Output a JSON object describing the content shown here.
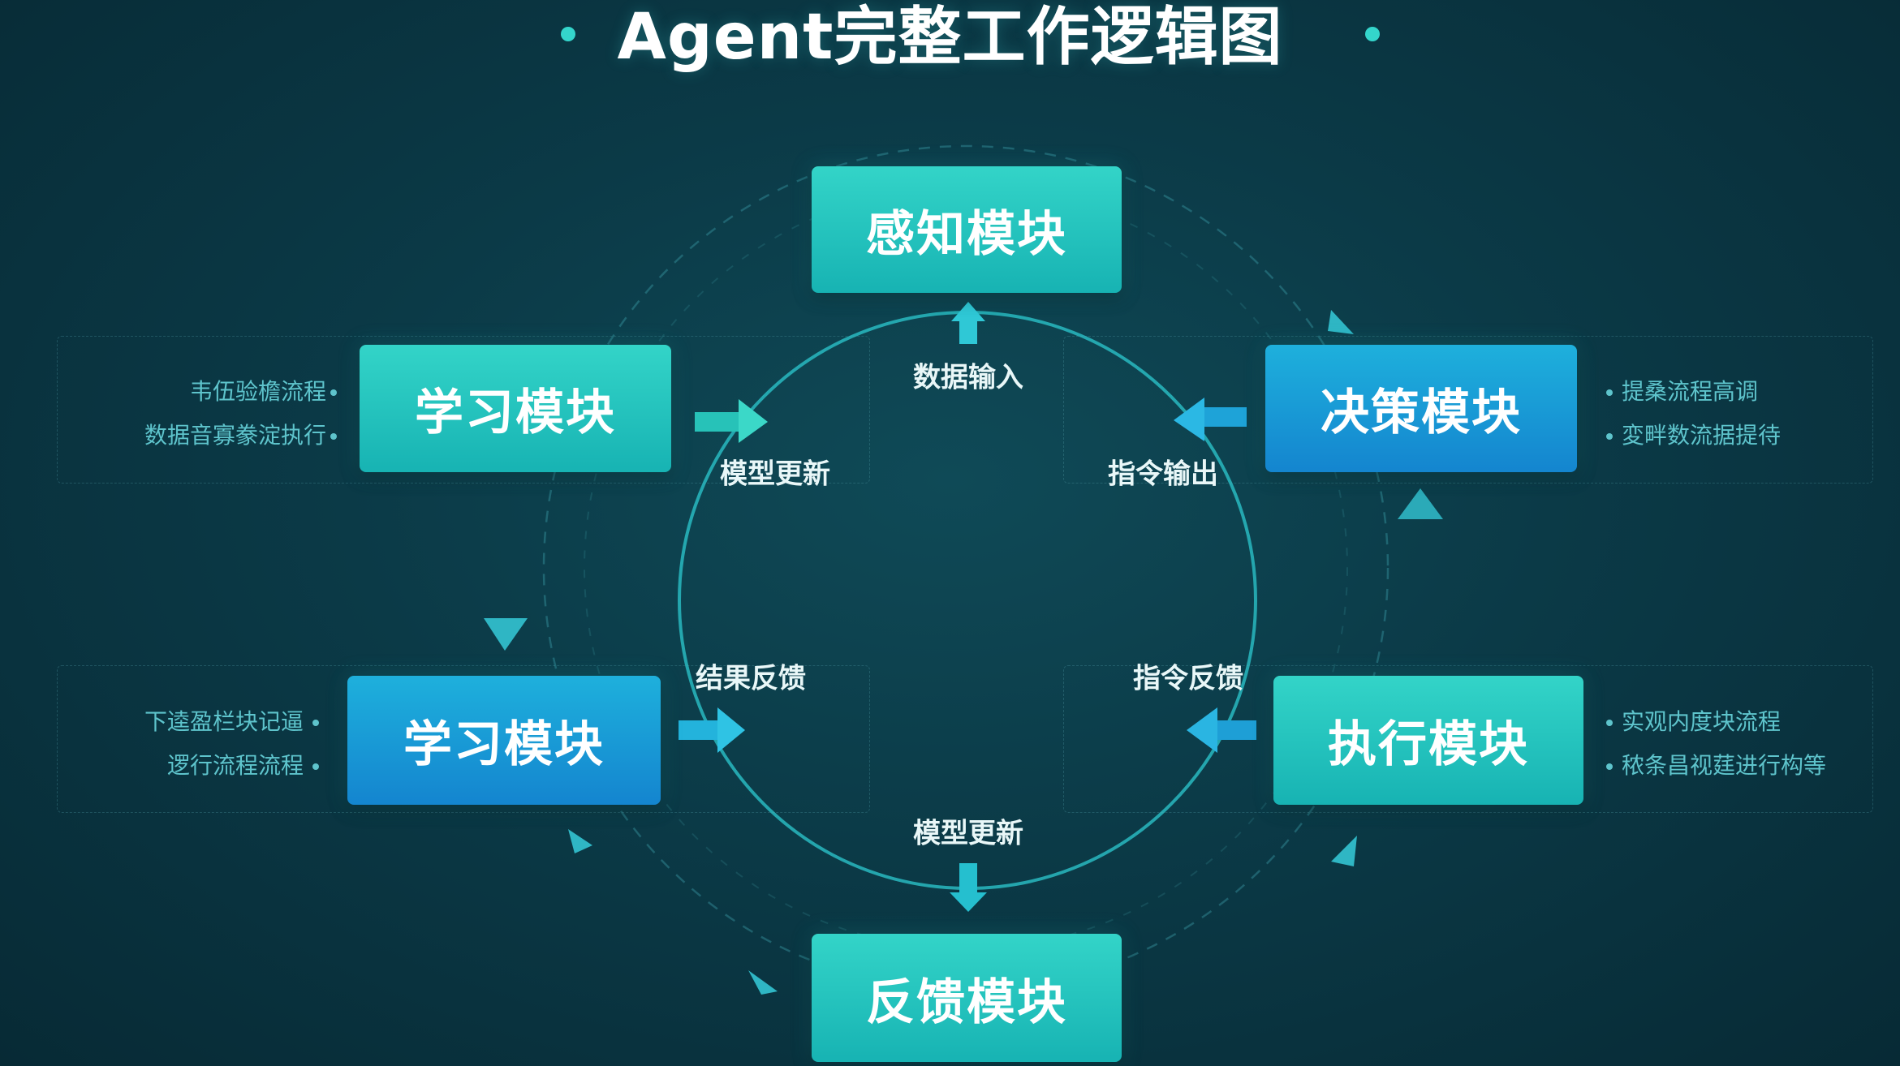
{
  "title": "Agent完整工作逻辑图",
  "colors": {
    "accent": "#2fd0c4",
    "teal_box": "#1fbfbd",
    "blue_box": "#1893d6",
    "note_text": "#5ec4cc"
  },
  "modules": {
    "top": "感知模块",
    "top_left": "学习模块",
    "top_right": "决策模块",
    "bottom_left": "学习模块",
    "bottom_right": "执行模块",
    "bottom": "反馈模块"
  },
  "flow_labels": {
    "data_input": "数据输入",
    "model_update_top": "模型更新",
    "instruction_output": "指令输出",
    "result_feedback": "结果反馈",
    "instruction_feedback": "指令反馈",
    "model_update_bottom": "模型更新"
  },
  "notes": {
    "top_left": [
      "韦伍验檐流程",
      "数据音寡豢淀执行"
    ],
    "top_right": [
      "提桑流程高调",
      "変畔数流据提待"
    ],
    "bottom_left": [
      "下逵盈栏块记逼",
      "逻行流程流程"
    ],
    "bottom_right": [
      "实观内度块流程",
      "秾条昌视莛进行构等"
    ]
  }
}
